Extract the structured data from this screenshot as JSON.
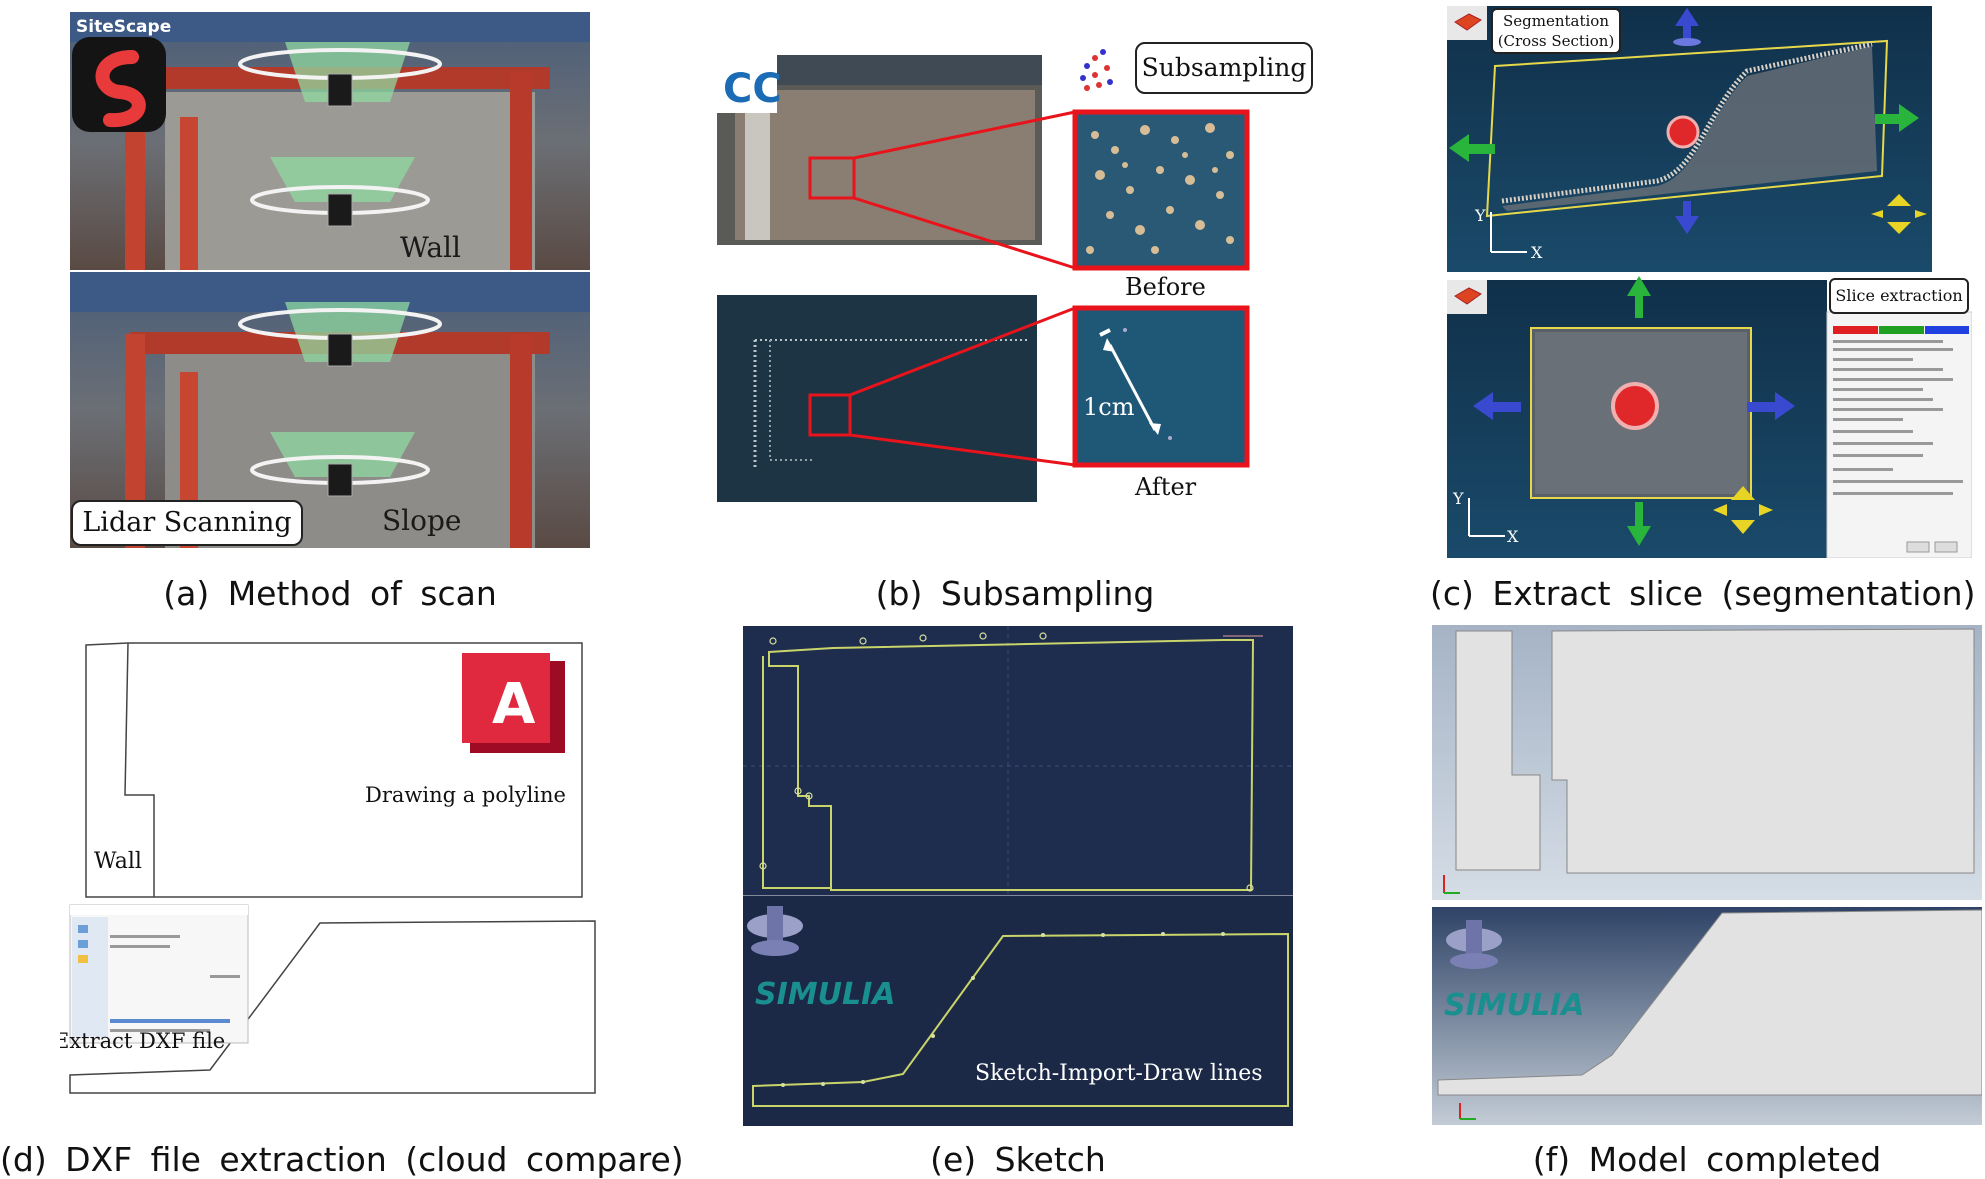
{
  "captions": {
    "a": "(a) Method of scan",
    "b": "(b) Subsampling",
    "c": "(c) Extract slice (segmentation)",
    "d": "(d) DXF file extraction (cloud compare)",
    "e": "(e) Sketch",
    "f": "(f) Model completed"
  },
  "panel_a": {
    "app_name": "SiteScape",
    "wall_label": "Wall",
    "slope_label": "Slope",
    "lidar_box": "Lidar Scanning"
  },
  "panel_b": {
    "subsampling_box": "Subsampling",
    "before_label": "Before",
    "after_label": "After",
    "distance_label": "1cm",
    "cc_logo": "CC"
  },
  "panel_c": {
    "segmentation_box": "Segmentation\n(Cross Section)",
    "slice_box": "Slice extraction",
    "axis_y": "Y",
    "axis_x": "X"
  },
  "panel_d": {
    "polyline_label": "Drawing a polyline",
    "wall_label": "Wall",
    "dxf_label": "Extract DXF file",
    "autocad_letter": "A"
  },
  "panel_e": {
    "simulia_text": "SIMULIA",
    "sketch_label": "Sketch-Import-Draw lines"
  },
  "panel_f": {
    "simulia_text": "SIMULIA"
  },
  "colors": {
    "highlight_red": "#e8131b",
    "cad_dark_blue": "#1e2c4d",
    "cad_line": "#c9d46a",
    "simulia_teal": "#1a8f8f",
    "autocad_red": "#c8102e"
  }
}
